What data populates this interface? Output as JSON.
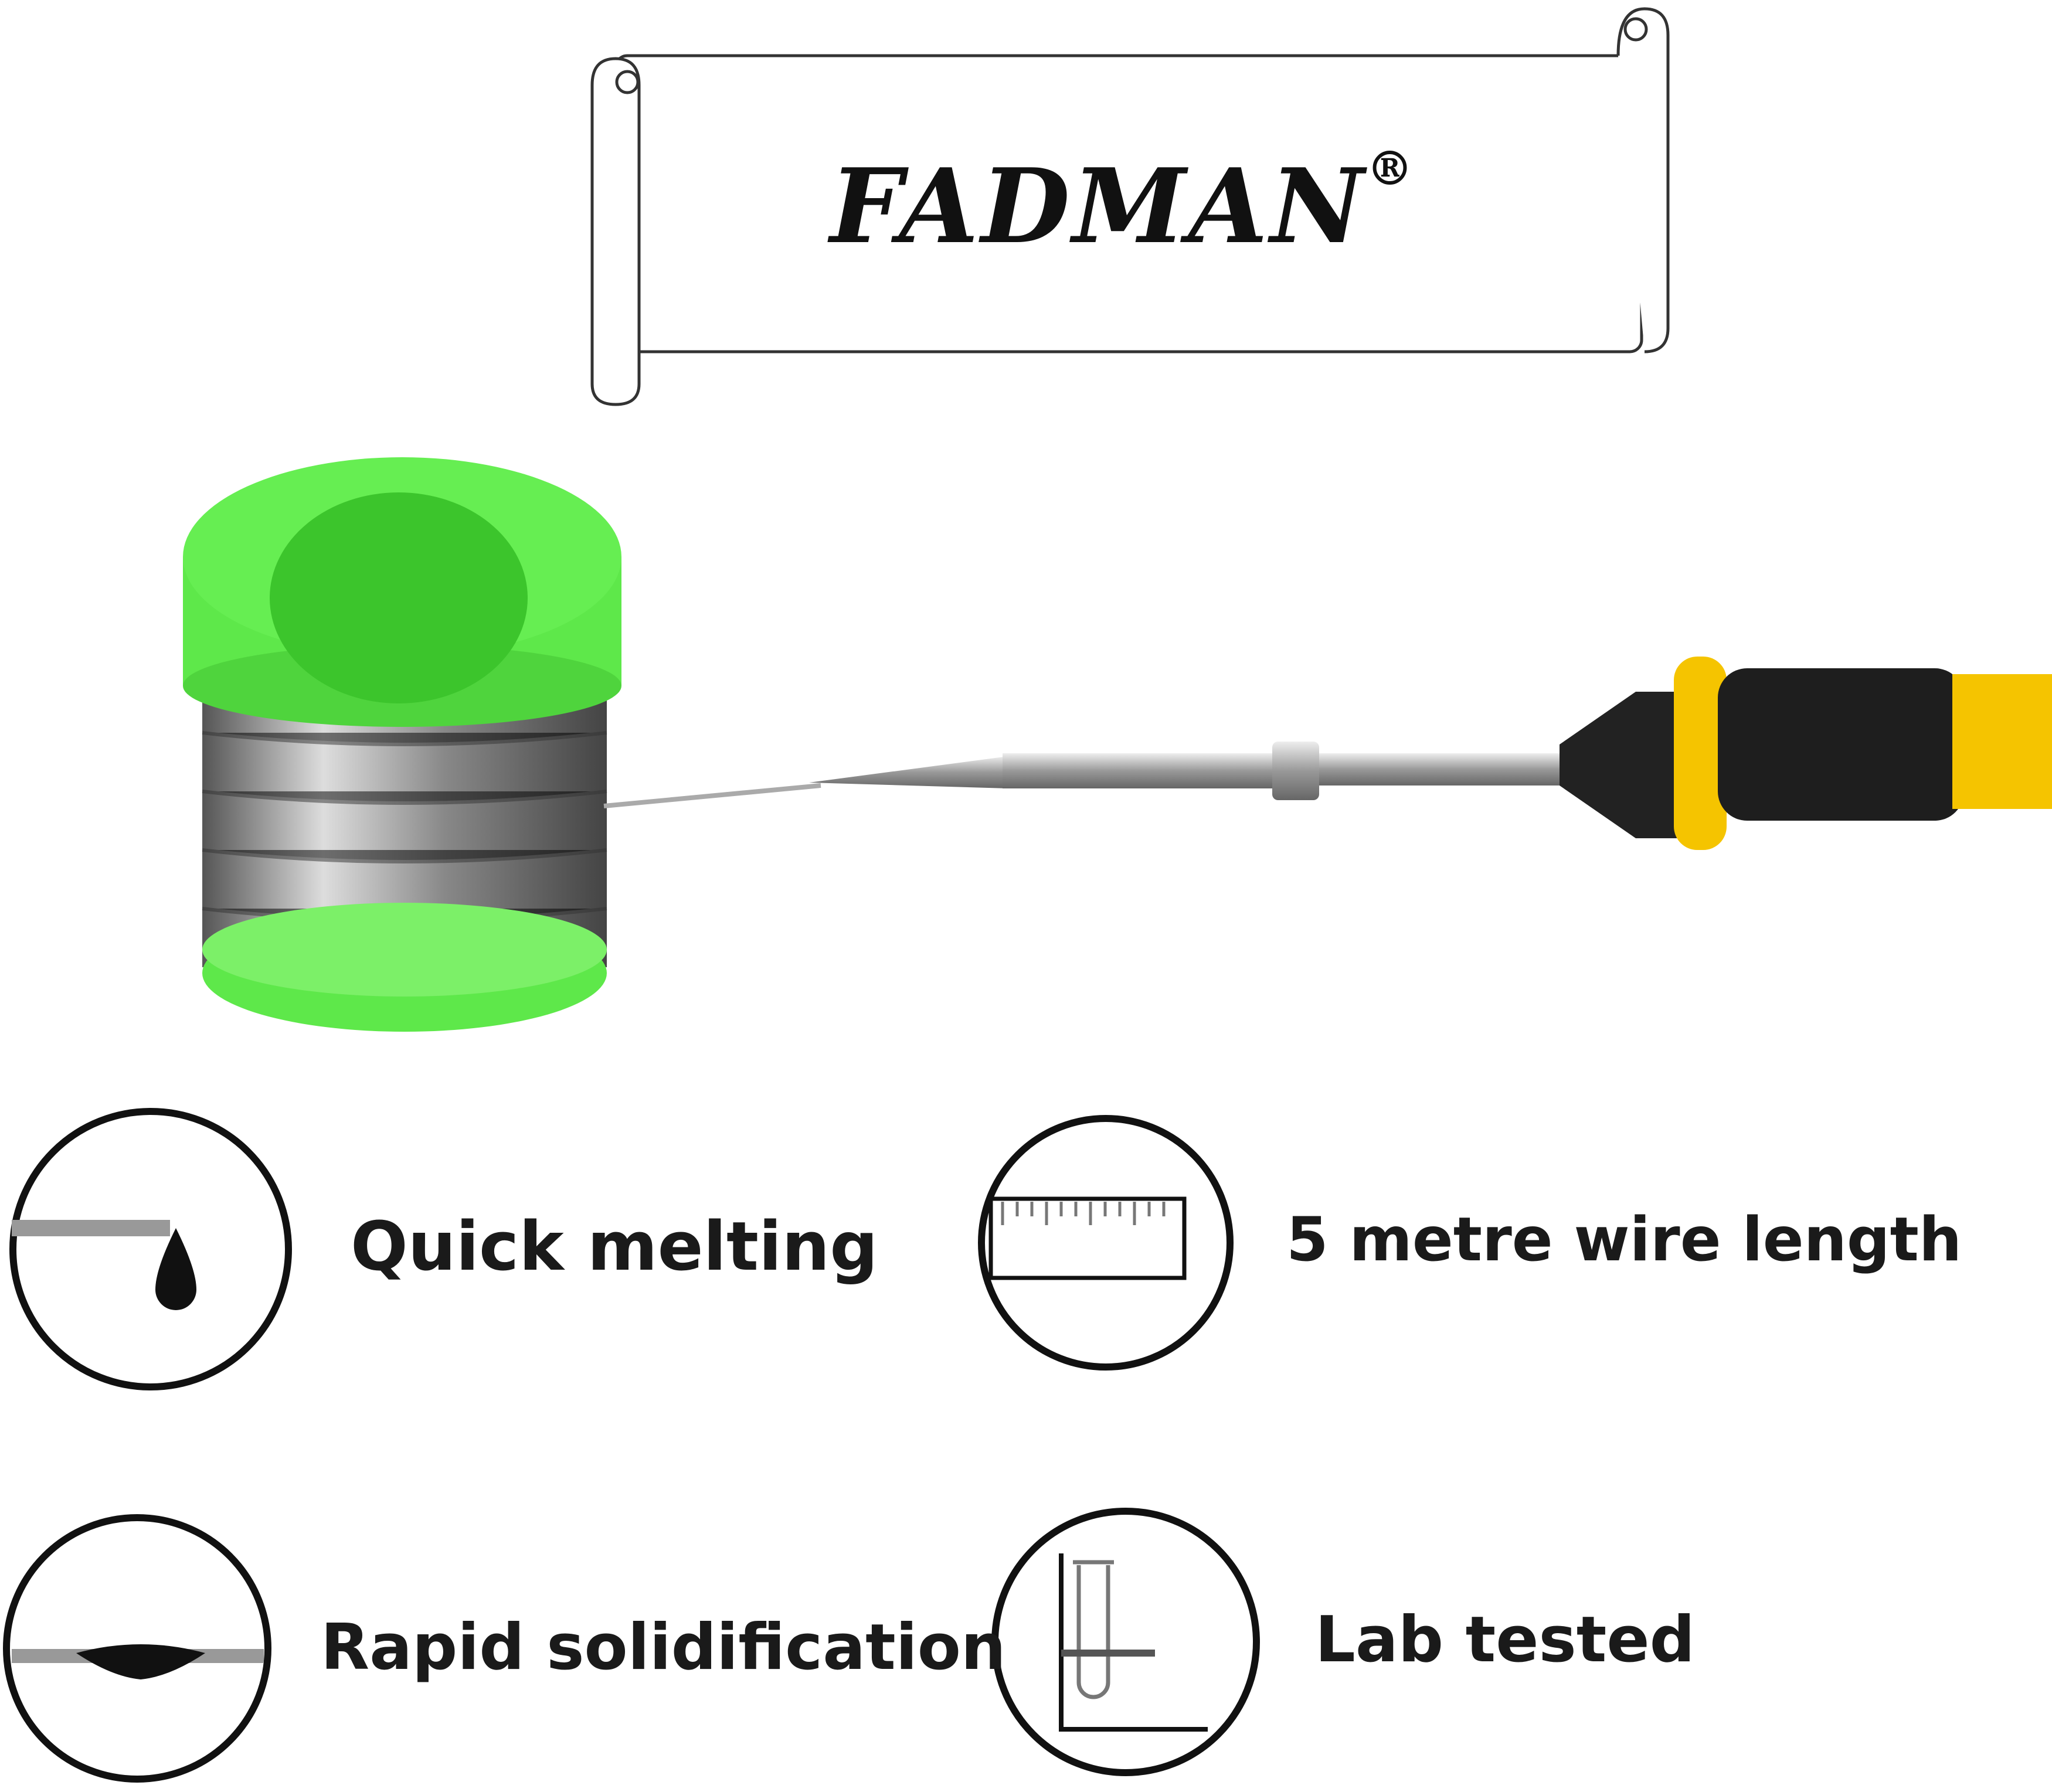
{
  "brand": {
    "name": "FADMAN",
    "mark": "®"
  },
  "features": [
    {
      "label": "Quick melting",
      "icon": "melting-drop-icon"
    },
    {
      "label": "5 metre wire length",
      "icon": "ruler-icon"
    },
    {
      "label": "Rapid solidification",
      "icon": "solidification-icon"
    },
    {
      "label": "Lab tested",
      "icon": "test-tube-icon"
    }
  ],
  "colors": {
    "spool_green": "#5ee84a",
    "handle_yellow": "#f5c400",
    "wire_gray": "#9a9a9a"
  }
}
